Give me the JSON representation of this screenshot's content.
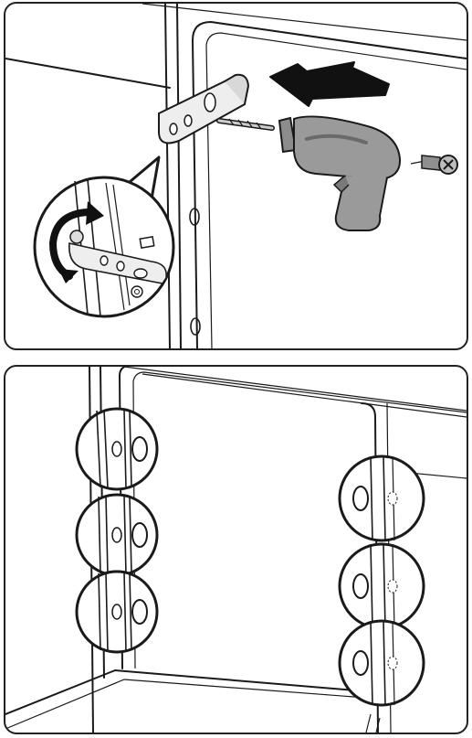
{
  "panels": [
    {
      "id": "drill-bracket",
      "step_icons": [
        "drill-icon",
        "screw-icon",
        "arrow-left-icon",
        "rotate-icon"
      ]
    },
    {
      "id": "hole-positions",
      "left_hole_count": 3,
      "right_hole_count": 3
    }
  ],
  "colors": {
    "outline": "#1a1a1a",
    "drill_body": "#9a9a9a",
    "drill_shade": "#7a7a7a",
    "arrow": "#111111",
    "bracket": "#e8e8e8",
    "background": "#ffffff"
  }
}
